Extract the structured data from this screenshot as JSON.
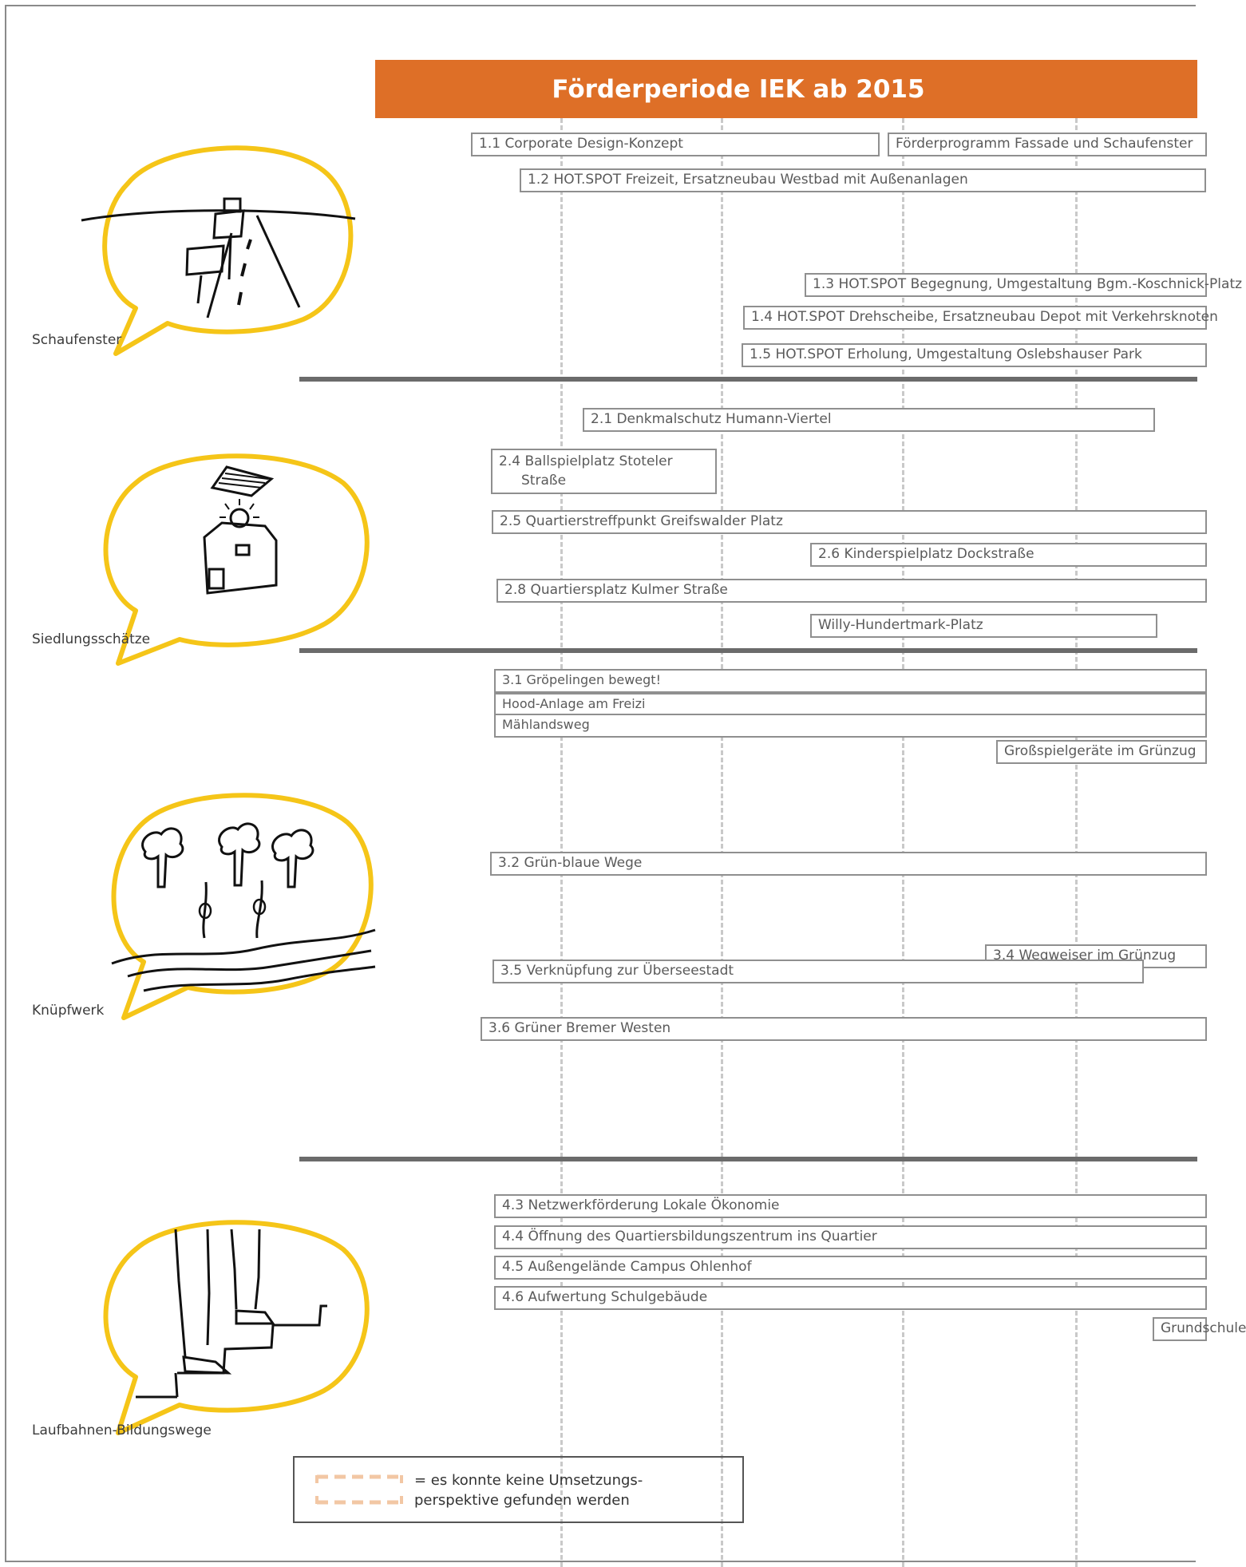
{
  "header": {
    "title": "Förderperiode IEK ab 2015"
  },
  "categories": [
    {
      "id": "schaufenster",
      "label": "Schaufenster",
      "icon": "road-sign-sketch-icon"
    },
    {
      "id": "siedlung",
      "label": "Siedlungsschätze",
      "icon": "house-sketch-icon"
    },
    {
      "id": "knuepf",
      "label": "Knüpfwerk",
      "icon": "trees-river-sketch-icon"
    },
    {
      "id": "laufbahn",
      "label": "Laufbahnen-Bildungswege",
      "icon": "stairs-steps-sketch-icon"
    }
  ],
  "measures": [
    {
      "text": "1.1 Corporate Design-Konzept"
    },
    {
      "text": "Förderprogramm Fassade und Schaufenster"
    },
    {
      "text": "1.2 HOT.SPOT Freizeit, Ersatzneubau Westbad mit Außenanlagen"
    },
    {
      "text": "1.3 HOT.SPOT Begegnung, Umgestaltung Bgm.-Koschnick-Platz"
    },
    {
      "text": "1.4 HOT.SPOT Drehscheibe, Ersatzneubau Depot mit Verkehrsknoten"
    },
    {
      "text": "1.5 HOT.SPOT Erholung, Umgestaltung Oslebshauser Park"
    },
    {
      "text": "2.1 Denkmalschutz Humann-Viertel"
    },
    {
      "text": "2.4 Ballspielplatz Stoteler",
      "text2": "Straße"
    },
    {
      "text": "2.5 Quartierstreffpunkt Greifswalder Platz"
    },
    {
      "text": "2.6 Kinderspielplatz Dockstraße"
    },
    {
      "text": "2.8 Quartiersplatz Kulmer Straße"
    },
    {
      "text": "Willy-Hundertmark-Platz"
    },
    {
      "text": "3.1 Gröpelingen bewegt!"
    },
    {
      "text": "Hood-Anlage am Freizi"
    },
    {
      "text": "Mählandsweg"
    },
    {
      "text": "Großspielgeräte im Grünzug"
    },
    {
      "text": "3.2 Grün-blaue Wege"
    },
    {
      "text": "3.4 Wegweiser im Grünzug"
    },
    {
      "text": "3.5 Verknüpfung zur Überseestadt"
    },
    {
      "text": "3.6 Grüner Bremer Westen"
    },
    {
      "text": "4.3 Netzwerkförderung Lokale Ökonomie"
    },
    {
      "text": "4.4 Öffnung des Quartiersbildungszentrum ins Quartier"
    },
    {
      "text": "4.5 Außengelände Campus Ohlenhof"
    },
    {
      "text": "4.6 Aufwertung Schulgebäude"
    },
    {
      "text": "Grundschule"
    }
  ],
  "legend": {
    "line1": "= es konnte keine Umsetzungs-",
    "line2": "perspektive gefunden werden",
    "swatch_color": "#f2c7a4"
  },
  "colors": {
    "accent": "#de6f27",
    "bubble": "#f5c518",
    "separator": "#6b6b6b"
  }
}
